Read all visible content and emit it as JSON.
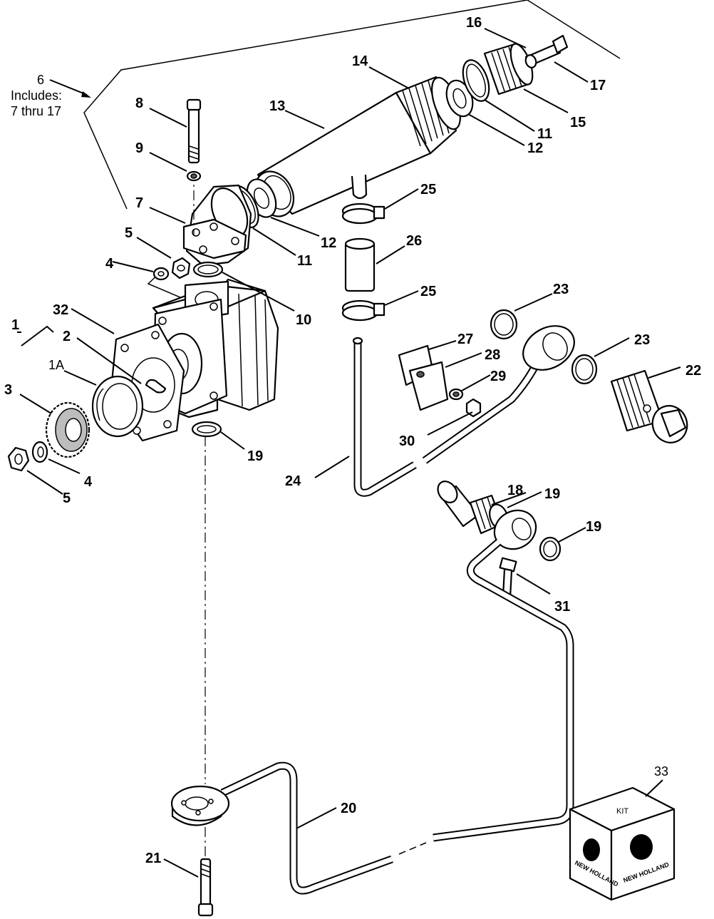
{
  "diagram": {
    "note": {
      "number": "6",
      "line1": "Includes:",
      "line2": "7 thru 17"
    },
    "kit": {
      "number": "33",
      "label": "KIT",
      "brand": "NEW HOLLAND"
    },
    "callouts": [
      {
        "id": "c1",
        "label": "1"
      },
      {
        "id": "c1a",
        "label": "1A"
      },
      {
        "id": "c2",
        "label": "2"
      },
      {
        "id": "c3",
        "label": "3"
      },
      {
        "id": "c4a",
        "label": "4"
      },
      {
        "id": "c4b",
        "label": "4"
      },
      {
        "id": "c5a",
        "label": "5"
      },
      {
        "id": "c5b",
        "label": "5"
      },
      {
        "id": "c7",
        "label": "7"
      },
      {
        "id": "c8",
        "label": "8"
      },
      {
        "id": "c9",
        "label": "9"
      },
      {
        "id": "c10",
        "label": "10"
      },
      {
        "id": "c11a",
        "label": "11"
      },
      {
        "id": "c11b",
        "label": "11"
      },
      {
        "id": "c12a",
        "label": "12"
      },
      {
        "id": "c12b",
        "label": "12"
      },
      {
        "id": "c13",
        "label": "13"
      },
      {
        "id": "c14",
        "label": "14"
      },
      {
        "id": "c15",
        "label": "15"
      },
      {
        "id": "c16",
        "label": "16"
      },
      {
        "id": "c17",
        "label": "17"
      },
      {
        "id": "c18",
        "label": "18"
      },
      {
        "id": "c19a",
        "label": "19"
      },
      {
        "id": "c19b",
        "label": "19"
      },
      {
        "id": "c19c",
        "label": "19"
      },
      {
        "id": "c20",
        "label": "20"
      },
      {
        "id": "c21",
        "label": "21"
      },
      {
        "id": "c22",
        "label": "22"
      },
      {
        "id": "c23a",
        "label": "23"
      },
      {
        "id": "c23b",
        "label": "23"
      },
      {
        "id": "c24",
        "label": "24"
      },
      {
        "id": "c25a",
        "label": "25"
      },
      {
        "id": "c25b",
        "label": "25"
      },
      {
        "id": "c26",
        "label": "26"
      },
      {
        "id": "c27",
        "label": "27"
      },
      {
        "id": "c28",
        "label": "28"
      },
      {
        "id": "c29",
        "label": "29"
      },
      {
        "id": "c30",
        "label": "30"
      },
      {
        "id": "c31",
        "label": "31"
      },
      {
        "id": "c32",
        "label": "32"
      }
    ]
  }
}
